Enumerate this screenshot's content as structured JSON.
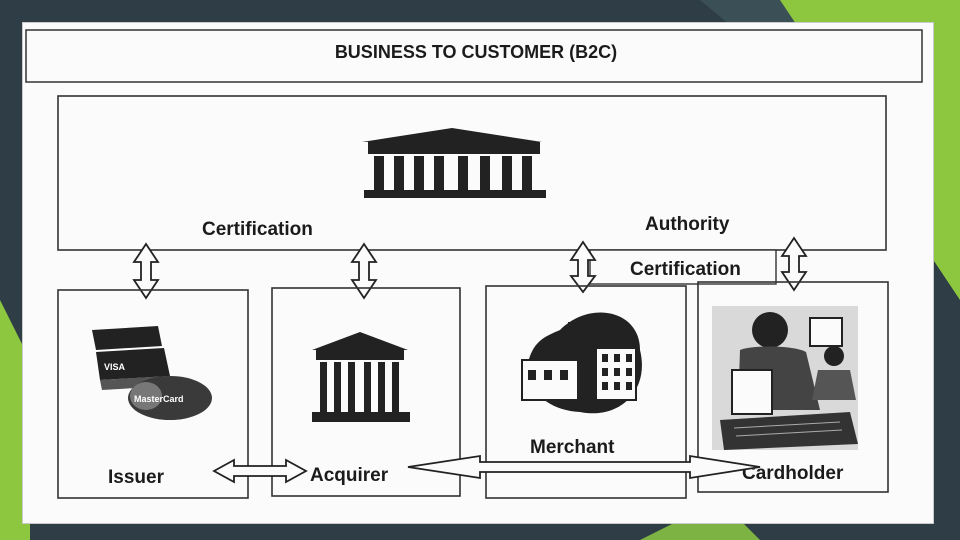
{
  "title": "BUSINESS TO CUSTOMER (B2C)",
  "ca_labels": {
    "left": "Certification",
    "right_top": "Authority",
    "right_bottom": "Certification"
  },
  "parties": {
    "issuer": "Issuer",
    "acquirer": "Acquirer",
    "merchant": "Merchant",
    "cardholder": "Cardholder"
  },
  "card_logos": {
    "visa": "VISA",
    "mastercard": "MasterCard"
  },
  "icons": {
    "ca": "bank-building-icon",
    "issuer": "credit-cards-icon",
    "acquirer": "bank-building-icon",
    "merchant": "factory-icon",
    "cardholder": "person-at-computer-icon"
  },
  "colors": {
    "slide_background": "#2f3e46",
    "accent_green": "#8dc63f",
    "diagram_ink": "#1b1b1b"
  }
}
